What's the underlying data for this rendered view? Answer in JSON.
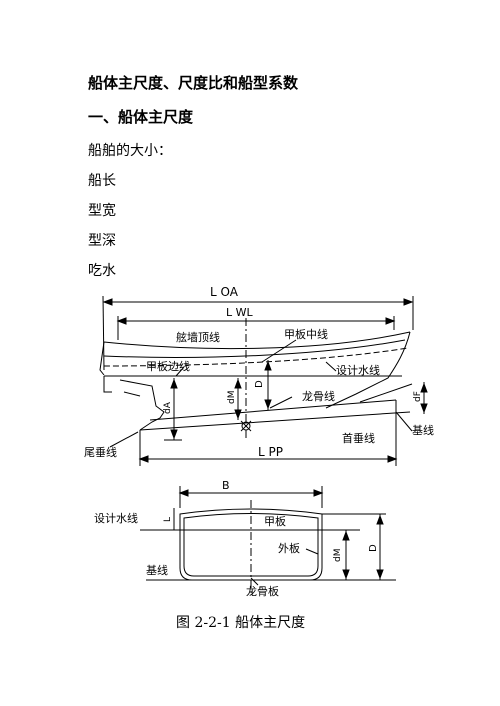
{
  "document": {
    "title": "船体主尺度、尺度比和船型系数",
    "section_heading": "一、船体主尺度",
    "paragraphs": [
      "船舶的大小：",
      "船长",
      "型宽",
      "型深",
      "吃水"
    ]
  },
  "figure": {
    "caption": "图 2-2-1   船体主尺度",
    "profile_labels": {
      "loa": "L OA",
      "lwl": "L WL",
      "lpp": "L PP",
      "bulwark": "舷墙顶线",
      "deck_center": "甲板中线",
      "deck_side": "甲板边线",
      "design_wl": "设计水线",
      "keel": "龙骨线",
      "d": "D",
      "da": "dA",
      "dm": "dM",
      "df": "dF",
      "fwd_perp": "首垂线",
      "aft_perp": "尾垂线",
      "baseline": "基线"
    },
    "section_labels": {
      "b": "B",
      "design_wl": "设计水线",
      "deck_plate": "甲板",
      "shell": "外板",
      "baseline": "基线",
      "keel_plate": "龙骨板",
      "dm": "dM",
      "d": "D",
      "camber": "L"
    }
  }
}
